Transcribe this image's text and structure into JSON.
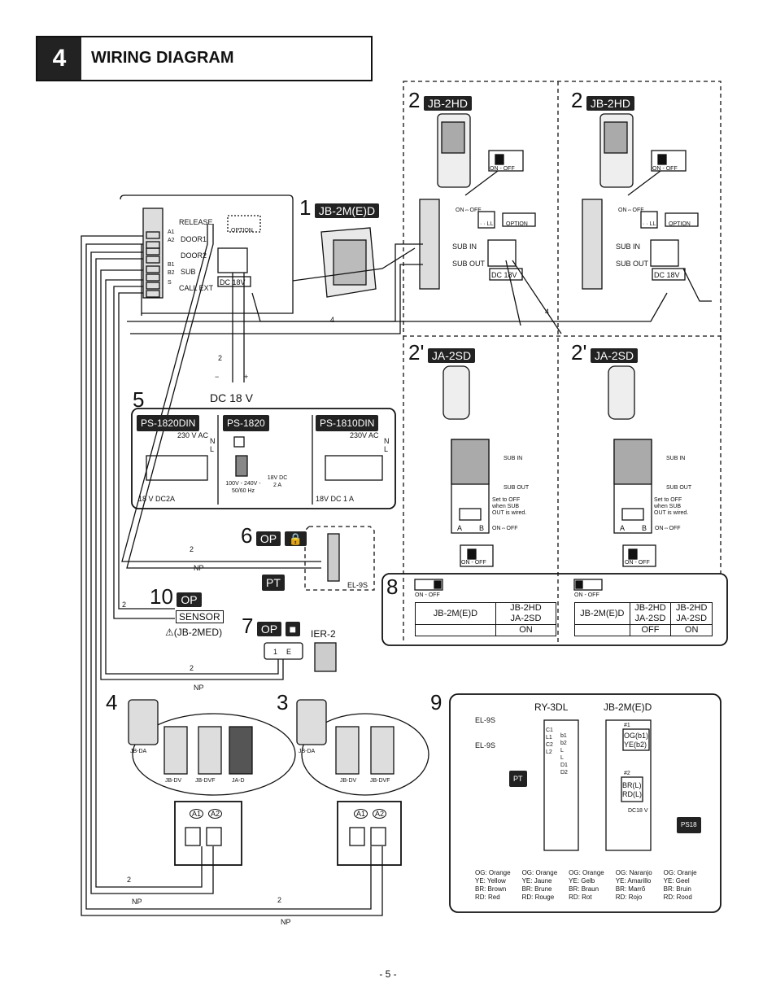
{
  "header": {
    "number": "4",
    "title": "WIRING DIAGRAM"
  },
  "page_number": "- 5 -",
  "units": {
    "u1": {
      "num": "1",
      "model": "JB-2M(E)D"
    },
    "u2a": {
      "num": "2",
      "model": "JB-2HD"
    },
    "u2b": {
      "num": "2",
      "model": "JB-2HD"
    },
    "u2pa": {
      "num": "2'",
      "model": "JA-2SD"
    },
    "u2pb": {
      "num": "2'",
      "model": "JA-2SD"
    },
    "u3": {
      "num": "3"
    },
    "u4": {
      "num": "4"
    },
    "u5": {
      "num": "5"
    },
    "u6": {
      "num": "6",
      "tag": "OP"
    },
    "u7": {
      "num": "7",
      "tag": "OP"
    },
    "u8": {
      "num": "8"
    },
    "u9": {
      "num": "9"
    },
    "u10": {
      "num": "10",
      "tag": "OP"
    }
  },
  "master_terminals": {
    "release": "RELEASE",
    "door1": "DOOR1",
    "door2": "DOOR2",
    "sub": "SUB",
    "call_ext": "CALL EXT",
    "option": "OPTION",
    "dc18v": "DC 18V",
    "a1": "A1",
    "a2": "A2",
    "b1": "B1",
    "b2": "B2",
    "s": "S"
  },
  "sub_terminals": {
    "sub_in": "SUB IN",
    "sub_out": "SUB OUT",
    "on_off": "ON - OFF",
    "ll": "· · LL",
    "option": "OPTION",
    "dc18v": "DC 18V",
    "on_off_sym": "ON⇔OFF"
  },
  "ja_terminals": {
    "sub_in": "SUB IN",
    "sub_out": "SUB OUT",
    "note": "Set to OFF when SUB OUT is wired.",
    "a": "A",
    "b": "B",
    "on_off": "ON⇔OFF"
  },
  "wires": {
    "four": "4",
    "two": "2",
    "np": "NP",
    "minus": "−",
    "plus": "+",
    "dc18v": "DC 18 V"
  },
  "power": {
    "ps1820din": {
      "label": "PS-1820DIN",
      "ac": "230 V AC",
      "n": "N",
      "l": "L",
      "out": "18 V DC2A"
    },
    "ps1820": {
      "label": "PS-1820",
      "in": "100V - 240V - 50/60 Hz",
      "out": "18V DC 2 A"
    },
    "ps1810din": {
      "label": "PS-1810DIN",
      "ac": "230V AC",
      "n": "N",
      "l": "L",
      "out": "18V DC 1 A"
    }
  },
  "lock": {
    "pt": "PT",
    "model": "EL-9S"
  },
  "sensor": {
    "label": "SENSOR",
    "note": "(JB-2MED)"
  },
  "ier": {
    "model": "IER-2",
    "t1": "1",
    "te": "E"
  },
  "door_stations_4": {
    "a": "JB-DA",
    "b": "JB-DV",
    "c": "JB-DVF",
    "d": "JA-D",
    "a1": "A1",
    "a2": "A2"
  },
  "door_stations_3": {
    "a": "JB-DA",
    "b": "JB-DV",
    "c": "JB-DVF",
    "a1": "A1",
    "a2": "A2"
  },
  "setting8": {
    "left": {
      "switch": "ON - OFF",
      "h1": "JB-2M(E)D",
      "h2": "JB-2HD\nJA-2SD",
      "v1": "",
      "v2": "ON"
    },
    "right": {
      "switch": "ON - OFF",
      "h1": "JB-2M(E)D",
      "h2": "JB-2HD\nJA-2SD",
      "h3": "JB-2HD\nJA-2SD",
      "v1": "",
      "v2": "OFF",
      "v3": "ON"
    }
  },
  "relay": {
    "ry": "RY-3DL",
    "master": "JB-2M(E)D",
    "el1": "EL-9S",
    "el2": "EL-9S",
    "pt": "PT",
    "g1": "#1",
    "og": "OG(b1)",
    "ye": "YE(b2)",
    "g2": "#2",
    "br": "BR(L)",
    "rd": "RD(L)",
    "dc": "DC18 V",
    "ps": "PS18",
    "terms_l": [
      "C1",
      "L1",
      "C2",
      "L2"
    ],
    "terms_r": [
      "b1",
      "b2",
      "L",
      "L",
      "D1",
      "D2"
    ],
    "legend": [
      [
        "OG: Orange",
        "YE: Yellow",
        "BR: Brown",
        "RD: Red"
      ],
      [
        "OG: Orange",
        "YE: Jaune",
        "BR: Brune",
        "RD: Rouge"
      ],
      [
        "OG: Orange",
        "YE: Gelb",
        "BR: Braun",
        "RD: Rot"
      ],
      [
        "OG: Naranjo",
        "YE: Amarillo",
        "BR: Marrõ",
        "RD: Rojo"
      ],
      [
        "OG: Oranje",
        "YE: Geel",
        "BR: Bruin",
        "RD: Rood"
      ]
    ]
  }
}
